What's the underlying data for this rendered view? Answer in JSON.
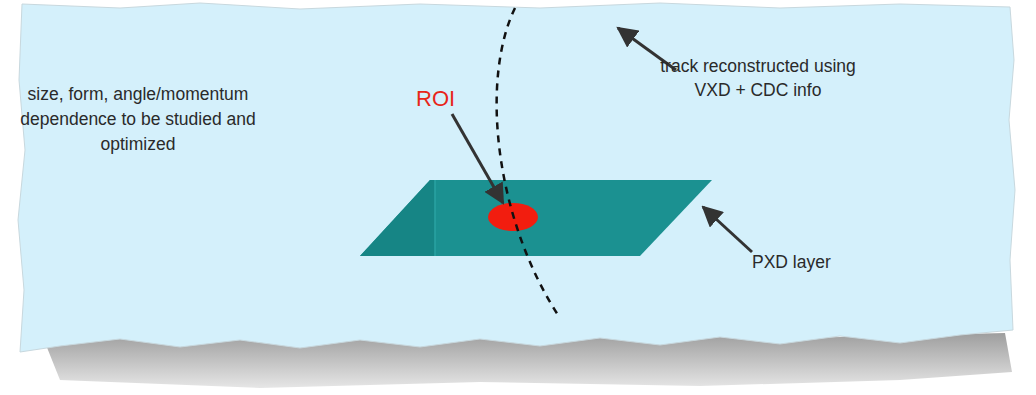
{
  "diagram": {
    "labels": [
      "ROI",
      "size, form, angle/momentum dependence to be studied and optimized",
      "track reconstructed using VXD + CDC info",
      "PXD layer"
    ]
  }
}
